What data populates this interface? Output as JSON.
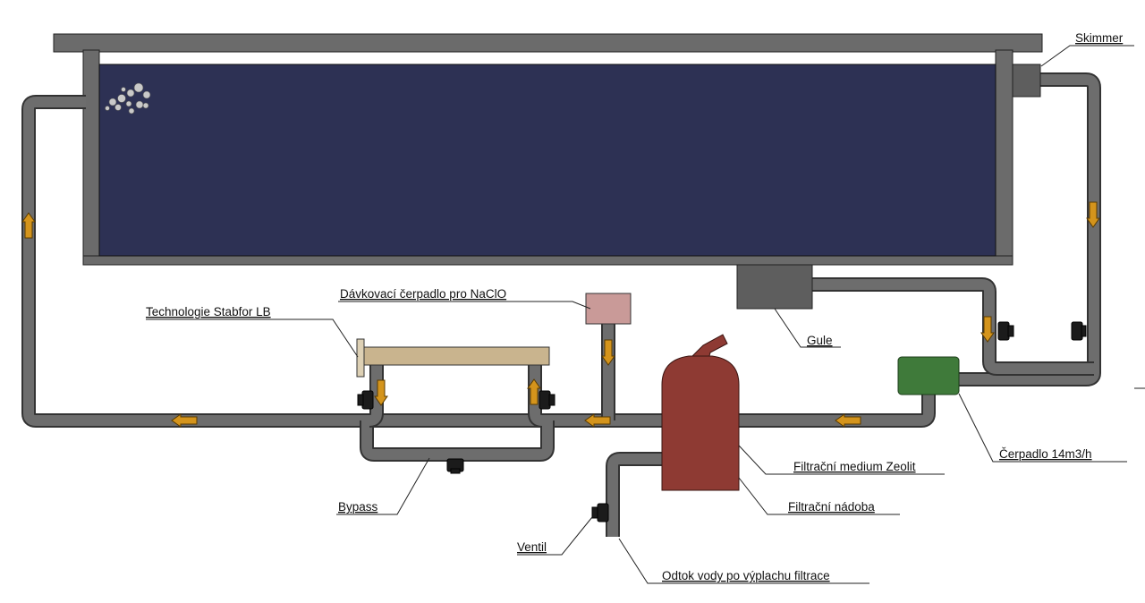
{
  "labels": {
    "skimmer": "Skimmer",
    "davkovaci": "Dávkovací čerpadlo pro NaClO",
    "stabfor": "Technologie Stabfor LB",
    "gule": "Gule",
    "filtracni_medium": "Filtrační medium Zeolit",
    "cerpadlo": "Čerpadlo 14m3/h",
    "bypass": "Bypass",
    "filtracni_nadoba": "Filtrační nádoba",
    "ventil": "Ventil",
    "odtok": "Odtok vody po výplachu filtrace"
  },
  "colors": {
    "pool_water": "#2d3154",
    "pool_frame": "#6b6b6b",
    "pipe": "#6d6d6d",
    "filter_tank": "#8e3a33",
    "pump": "#3f7a3a",
    "dosing_pump": "#c99a98",
    "stabfor_unit": "#c9b48e",
    "gule_box": "#5e5e5e",
    "flow_arrow": "#d4941c"
  },
  "icons": [
    "bubbles-icon",
    "flow-arrow-icon",
    "valve-icon"
  ]
}
